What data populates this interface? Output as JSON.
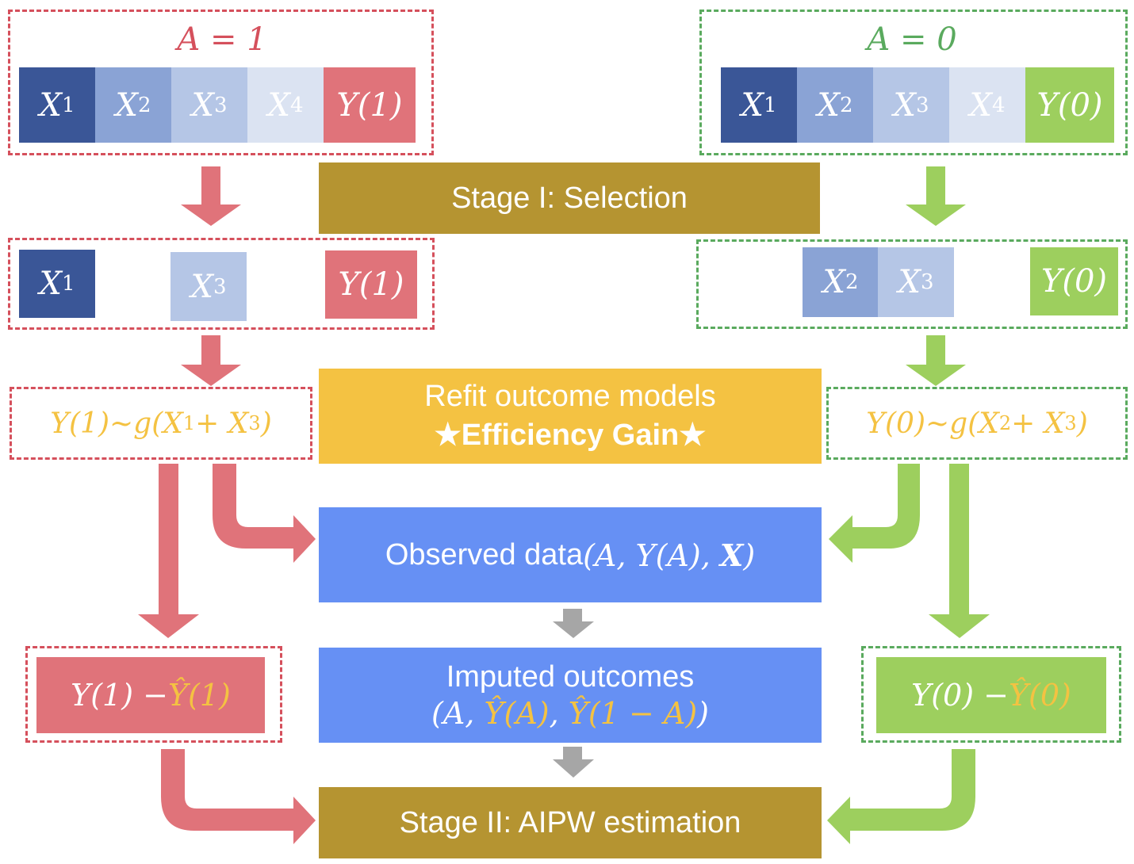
{
  "top_left": {
    "label": "A = 1",
    "cells": [
      {
        "var": "X",
        "sub": "1",
        "color": "#3a5697"
      },
      {
        "var": "X",
        "sub": "2",
        "color": "#8aa3d5"
      },
      {
        "var": "X",
        "sub": "3",
        "color": "#b5c6e6"
      },
      {
        "var": "X",
        "sub": "4",
        "color": "#dbe3f2"
      },
      {
        "var": "Y(1)",
        "sub": "",
        "color": "#e0737a"
      }
    ]
  },
  "top_right": {
    "label": "A = 0",
    "cells": [
      {
        "var": "X",
        "sub": "1",
        "color": "#3a5697"
      },
      {
        "var": "X",
        "sub": "2",
        "color": "#8aa3d5"
      },
      {
        "var": "X",
        "sub": "3",
        "color": "#b5c6e6"
      },
      {
        "var": "X",
        "sub": "4",
        "color": "#dbe3f2"
      },
      {
        "var": "Y(0)",
        "sub": "",
        "color": "#9dcf5e"
      }
    ]
  },
  "stage1": {
    "label": "Stage I: Selection"
  },
  "selected_left": [
    {
      "var": "X",
      "sub": "1"
    },
    {
      "var": "X",
      "sub": "3"
    },
    {
      "var": "Y(1)",
      "sub": ""
    }
  ],
  "selected_right": [
    {
      "var": "X",
      "sub": "2"
    },
    {
      "var": "X",
      "sub": "3"
    },
    {
      "var": "Y(0)",
      "sub": ""
    }
  ],
  "refit": {
    "line1": "Refit outcome models",
    "line2": "★Efficiency Gain★"
  },
  "model_left": {
    "lhs": "Y(1)~g(X",
    "s1": "1",
    "mid": " + X",
    "s2": "3",
    "end": ")"
  },
  "model_right": {
    "lhs": "Y(0)~g(X",
    "s1": "2",
    "mid": " + X",
    "s2": "3",
    "end": ")"
  },
  "observed": {
    "text": "Observed data ",
    "math_a": "(A, Y(A), ",
    "math_x": "X",
    "math_end": ")"
  },
  "imputed": {
    "line1": "Imputed outcomes",
    "open": "(A, ",
    "yhat_a": "Ŷ(A)",
    "comma": ", ",
    "yhat_1a": "Ŷ(1 − A)",
    "close": ")"
  },
  "resid_left": {
    "y": "Y(1) − ",
    "yhat": "Ŷ(1)"
  },
  "resid_right": {
    "y": "Y(0) − ",
    "yhat": "Ŷ(0)"
  },
  "stage2": {
    "label": "Stage II: AIPW estimation"
  },
  "colors": {
    "red": "#e0737a",
    "green": "#9dcf5e",
    "gold": "#b59431",
    "yellow": "#f4c242",
    "blue": "#6690f4",
    "gray": "#a6a6a6"
  }
}
